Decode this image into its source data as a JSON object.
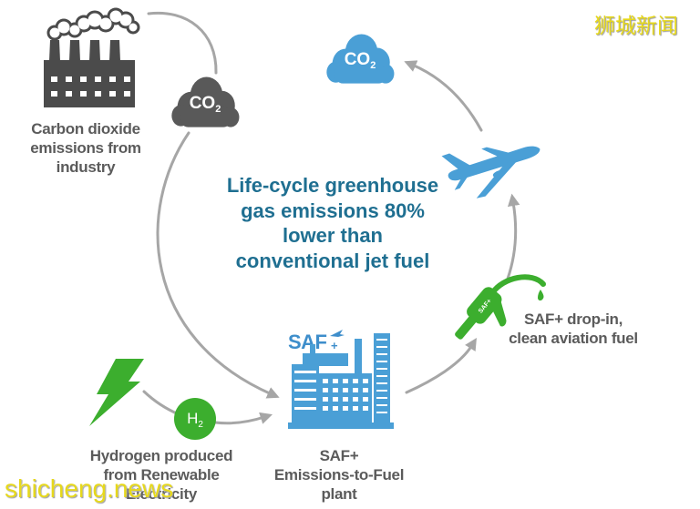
{
  "watermarks": {
    "top_right": "狮城新闻",
    "bottom_left": "shicheng.news"
  },
  "statement": {
    "lines": [
      "Life-cycle greenhouse",
      "gas emissions 80%",
      "lower than",
      "conventional jet fuel"
    ]
  },
  "industry": {
    "icon": "factory-icon",
    "label_lines": [
      "Carbon dioxide",
      "emissions from",
      "industry"
    ]
  },
  "co2_captured": {
    "icon": "cloud-icon",
    "formula": "CO",
    "subscript": "2"
  },
  "co2_released": {
    "icon": "cloud-icon",
    "formula": "CO",
    "subscript": "2"
  },
  "hydrogen": {
    "icon": "lightning-bolt-icon",
    "formula": "H",
    "subscript": "2",
    "label_lines": [
      "Hydrogen produced",
      "from Renewable",
      "Electricity"
    ]
  },
  "plant": {
    "icon": "industrial-plant-icon",
    "logo": "SAF",
    "logo_plus": "+",
    "label_lines": [
      "SAF+",
      "Emissions-to-Fuel",
      "plant"
    ]
  },
  "fuel": {
    "icon": "fuel-nozzle-icon",
    "nozzle_tag": "SAF+",
    "label_lines": [
      "SAF+ drop-in,",
      "clean aviation fuel"
    ]
  },
  "flight": {
    "icon": "airplane-icon"
  },
  "colors": {
    "arrow": "#a6a6a6",
    "label_text": "#5b5b5b",
    "statement_text": "#1f6f91",
    "brand_blue": "#4a9fd6",
    "logo_blue": "#3e8ecb",
    "green": "#3cae2e",
    "cloud_gray": "#595959",
    "factory_gray": "#4b4b4b",
    "watermark_yellow": "#e6d81c"
  }
}
